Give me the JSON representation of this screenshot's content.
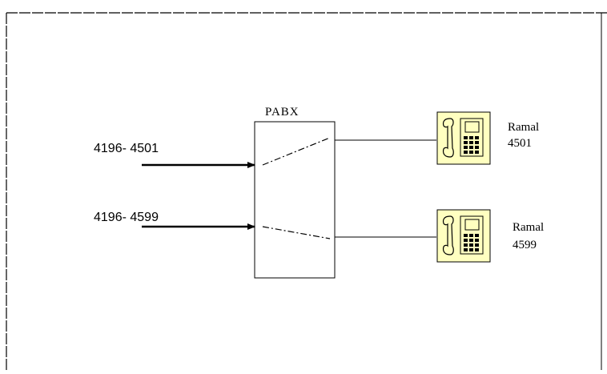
{
  "pabx": {
    "label": "PABX"
  },
  "inputs": [
    {
      "number": "4196- 4501"
    },
    {
      "number": "4196- 4599"
    }
  ],
  "extensions": [
    {
      "label": "Ramal",
      "number": "4501"
    },
    {
      "label": "Ramal",
      "number": "4599"
    }
  ],
  "colors": {
    "phone_fill": "#ffffc0",
    "line": "#000000",
    "background": "#ffffff"
  },
  "icons": {
    "phone": "telephone-icon"
  }
}
